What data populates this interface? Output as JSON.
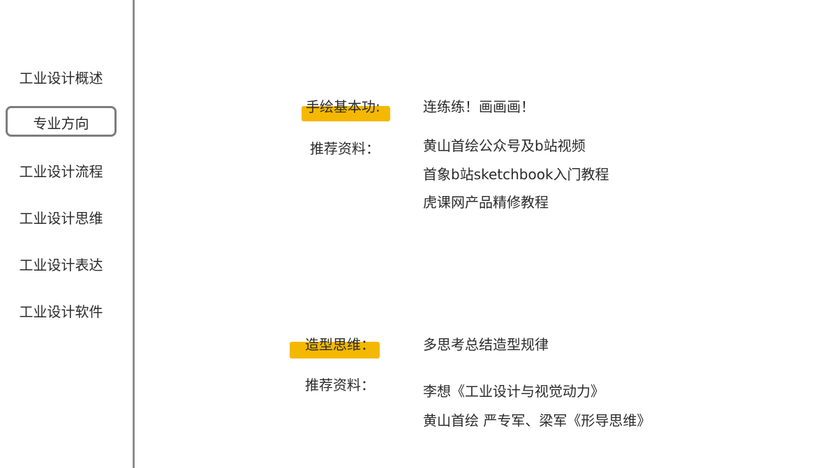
{
  "sidebar": {
    "items": [
      {
        "label": "工业设计概述",
        "active": false
      },
      {
        "label": "专业方向",
        "active": true
      },
      {
        "label": "工业设计流程",
        "active": false
      },
      {
        "label": "工业设计思维",
        "active": false
      },
      {
        "label": "工业设计表达",
        "active": false
      },
      {
        "label": "工业设计软件",
        "active": false
      }
    ]
  },
  "sections": [
    {
      "heading": "手绘基本功:",
      "heading_text": "连练练！画画画！",
      "resources_label": "推荐资料：",
      "resources": [
        "黄山首绘公众号及b站视频",
        "首象b站sketchbook入门教程",
        "虎课网产品精修教程"
      ]
    },
    {
      "heading": "造型思维：",
      "heading_text": "多思考总结造型规律",
      "resources_label": "推荐资料：",
      "resources": [
        "李想《工业设计与视觉动力》",
        "黄山首绘 严专军、梁军《形导思维》"
      ]
    }
  ],
  "colors": {
    "highlight": "#f5b800",
    "divider": "#8c8c8c",
    "text": "#2b2b2b"
  }
}
